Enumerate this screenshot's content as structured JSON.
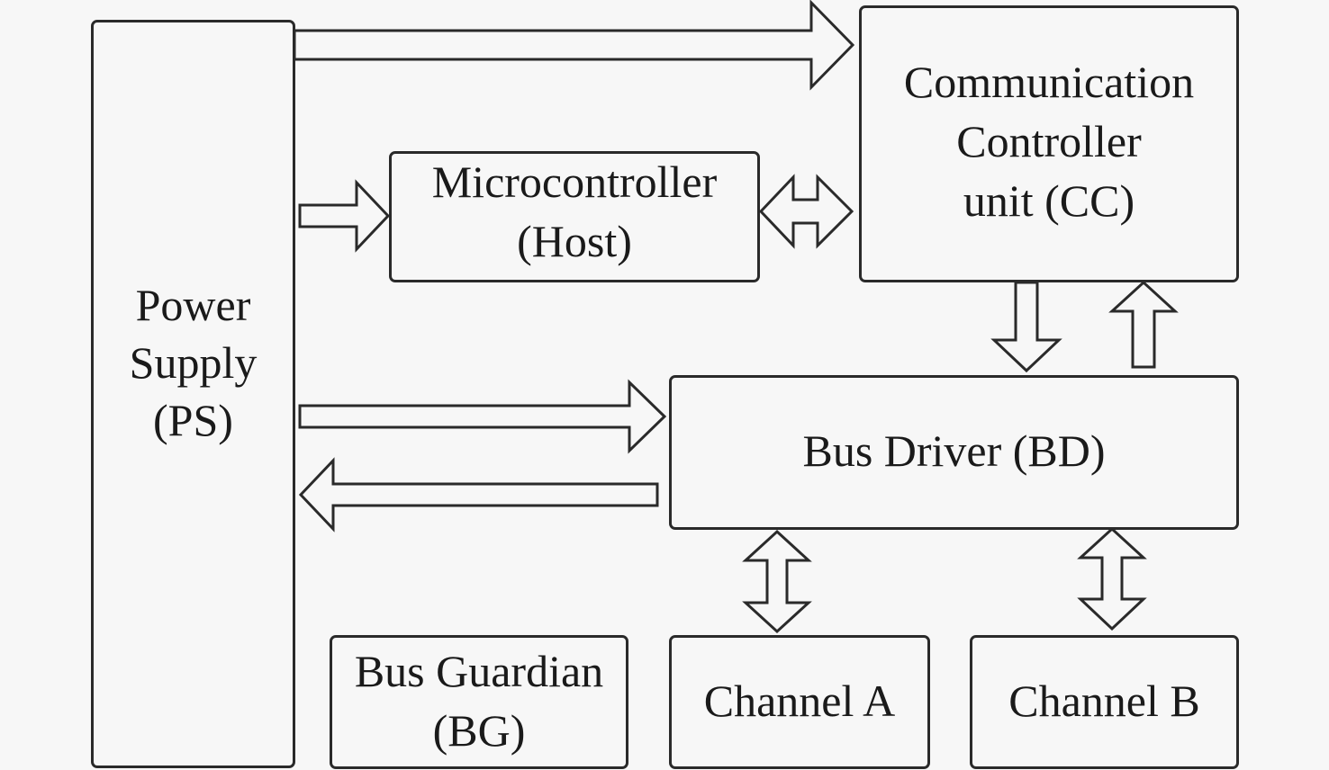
{
  "diagram": {
    "type": "block-diagram",
    "colors": {
      "background": "#f7f7f7",
      "stroke": "#2a2a2a",
      "text": "#1a1a1a"
    },
    "blocks": {
      "power_supply": {
        "label": "Power\nSupply\n(PS)"
      },
      "communication_controller": {
        "label": "Communication\nController\nunit (CC)"
      },
      "microcontroller": {
        "label": "Microcontroller\n(Host)"
      },
      "bus_driver": {
        "label": "Bus Driver (BD)"
      },
      "bus_guardian": {
        "label": "Bus Guardian\n(BG)"
      },
      "channel_a": {
        "label": "Channel A"
      },
      "channel_b": {
        "label": "Channel B"
      }
    },
    "connections": [
      {
        "from": "Power Supply (PS)",
        "to": "Communication Controller unit (CC)",
        "direction": "one-way"
      },
      {
        "from": "Power Supply (PS)",
        "to": "Microcontroller (Host)",
        "direction": "one-way"
      },
      {
        "from": "Microcontroller (Host)",
        "to": "Communication Controller unit (CC)",
        "direction": "two-way"
      },
      {
        "from": "Communication Controller unit (CC)",
        "to": "Bus Driver (BD)",
        "direction": "one-way"
      },
      {
        "from": "Bus Driver (BD)",
        "to": "Communication Controller unit (CC)",
        "direction": "one-way"
      },
      {
        "from": "Power Supply (PS)",
        "to": "Bus Driver (BD)",
        "direction": "one-way"
      },
      {
        "from": "Bus Driver (BD)",
        "to": "Power Supply (PS)",
        "direction": "one-way"
      },
      {
        "from": "Bus Driver (BD)",
        "to": "Channel A",
        "direction": "two-way"
      },
      {
        "from": "Bus Driver (BD)",
        "to": "Channel B",
        "direction": "two-way"
      }
    ]
  }
}
